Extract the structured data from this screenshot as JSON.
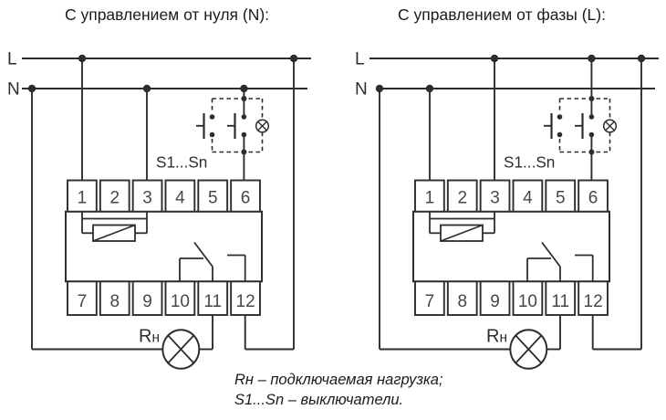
{
  "figure": {
    "bg_color": "#ffffff",
    "line_color": "#2d2d2d",
    "digit_color": "#474747",
    "text_color": "#1b1b1b"
  },
  "diagrams": [
    {
      "id": "neutral-control",
      "title": "С управлением от нуля (N):",
      "control_bus": "N",
      "phase_label": "L",
      "neutral_label": "N",
      "switch_group_label": "S1...Sn",
      "load_label": "Rн",
      "terminals_top": [
        "1",
        "2",
        "3",
        "4",
        "5",
        "6"
      ],
      "terminals_bottom": [
        "7",
        "8",
        "9",
        "10",
        "11",
        "12"
      ]
    },
    {
      "id": "phase-control",
      "title": "С управлением от фазы (L):",
      "control_bus": "L",
      "phase_label": "L",
      "neutral_label": "N",
      "switch_group_label": "S1...Sn",
      "load_label": "Rн",
      "terminals_top": [
        "1",
        "2",
        "3",
        "4",
        "5",
        "6"
      ],
      "terminals_bottom": [
        "7",
        "8",
        "9",
        "10",
        "11",
        "12"
      ]
    }
  ],
  "caption": {
    "line1": "Rн – подключаемая нагрузка;",
    "line2": "S1...Sn – выключатели."
  }
}
